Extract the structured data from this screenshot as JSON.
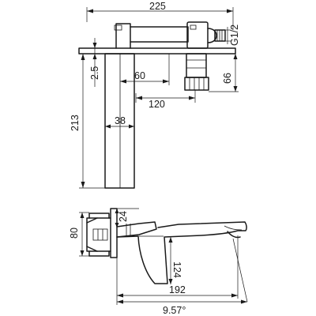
{
  "drawing": {
    "labels": {
      "width_225": "225",
      "thread_g12": "G1/2",
      "plate_2_5": "2.5",
      "depth_60": "60",
      "depth_66": "66",
      "depth_120": "120",
      "height_213": "213",
      "width_38": "38",
      "height_80": "80",
      "height_24": "24",
      "height_124": "124",
      "reach_192": "192",
      "angle_9_57": "9.57°"
    }
  }
}
